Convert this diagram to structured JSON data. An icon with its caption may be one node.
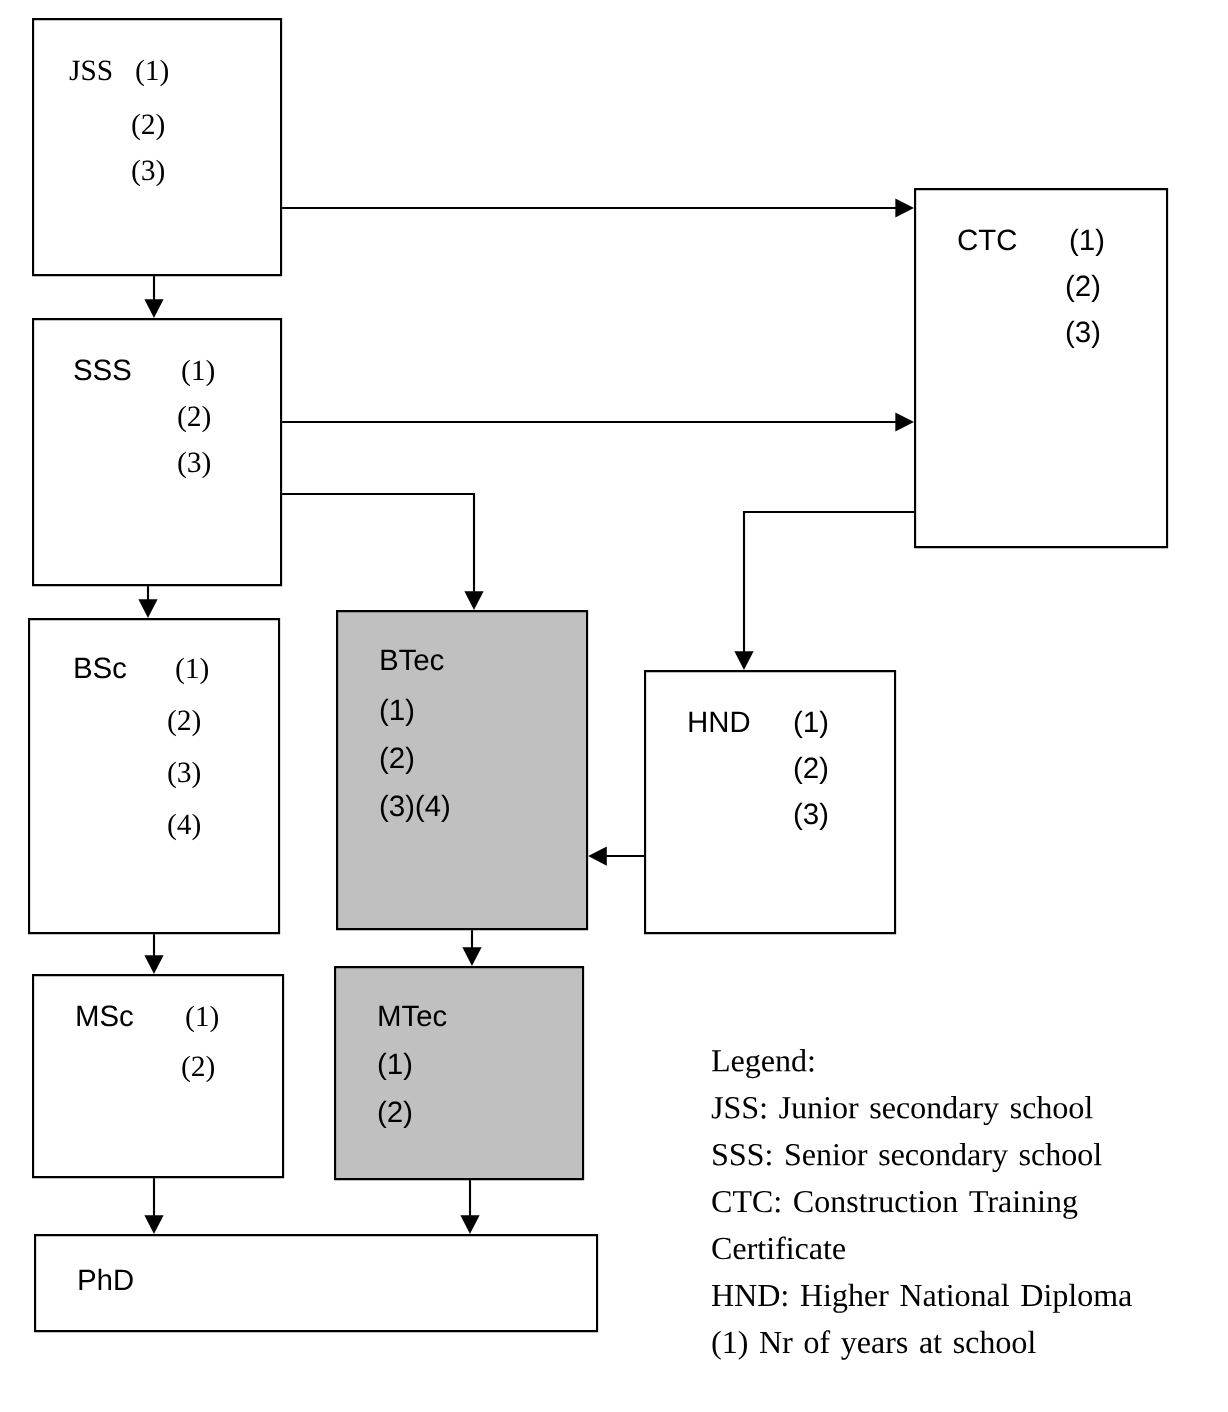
{
  "diagram": {
    "nodes": [
      {
        "text": [
          "JSS",
          "(1)",
          "(2)",
          "(3)"
        ]
      },
      {
        "text": [
          "CTC",
          "(1)",
          "(2)",
          "(3)"
        ]
      },
      {
        "text": [
          "SSS",
          "(1)",
          "(2)",
          "(3)"
        ]
      },
      {
        "text": [
          "BSc",
          "(1)",
          "(2)",
          "(3)",
          "(4)"
        ]
      },
      {
        "text": [
          "BTec",
          "(1)",
          "(2)",
          "(3)(4)"
        ]
      },
      {
        "text": [
          "HND",
          "(1)",
          "(2)",
          "(3)"
        ]
      },
      {
        "text": [
          "MSc",
          "(1)",
          "(2)"
        ]
      },
      {
        "text": [
          "MTec",
          "(1)",
          "(2)"
        ]
      },
      {
        "text": [
          "PhD"
        ]
      }
    ],
    "edges": [
      {
        "from": 0,
        "to": 2,
        "arrow": "to"
      },
      {
        "from": 0,
        "to": 1,
        "arrow": "to"
      },
      {
        "from": 2,
        "to": 1,
        "arrow": "to"
      },
      {
        "from": 2,
        "to": 4,
        "arrow": "to"
      },
      {
        "from": 2,
        "to": 3,
        "arrow": "to"
      },
      {
        "from": 1,
        "to": 5,
        "arrow": "to"
      },
      {
        "from": 5,
        "to": 4,
        "arrow": "to"
      },
      {
        "from": 3,
        "to": 6,
        "arrow": "to"
      },
      {
        "from": 4,
        "to": 7,
        "arrow": "to"
      },
      {
        "from": 6,
        "to": 8,
        "arrow": "to"
      },
      {
        "from": 7,
        "to": 8,
        "arrow": "to"
      }
    ],
    "labels": [
      "Legend:",
      "JSS: Junior secondary school",
      "SSS: Senior secondary school",
      "CTC: Construction Training Certificate",
      "HND: Higher National Diploma",
      "(1) Nr of years at school"
    ]
  }
}
